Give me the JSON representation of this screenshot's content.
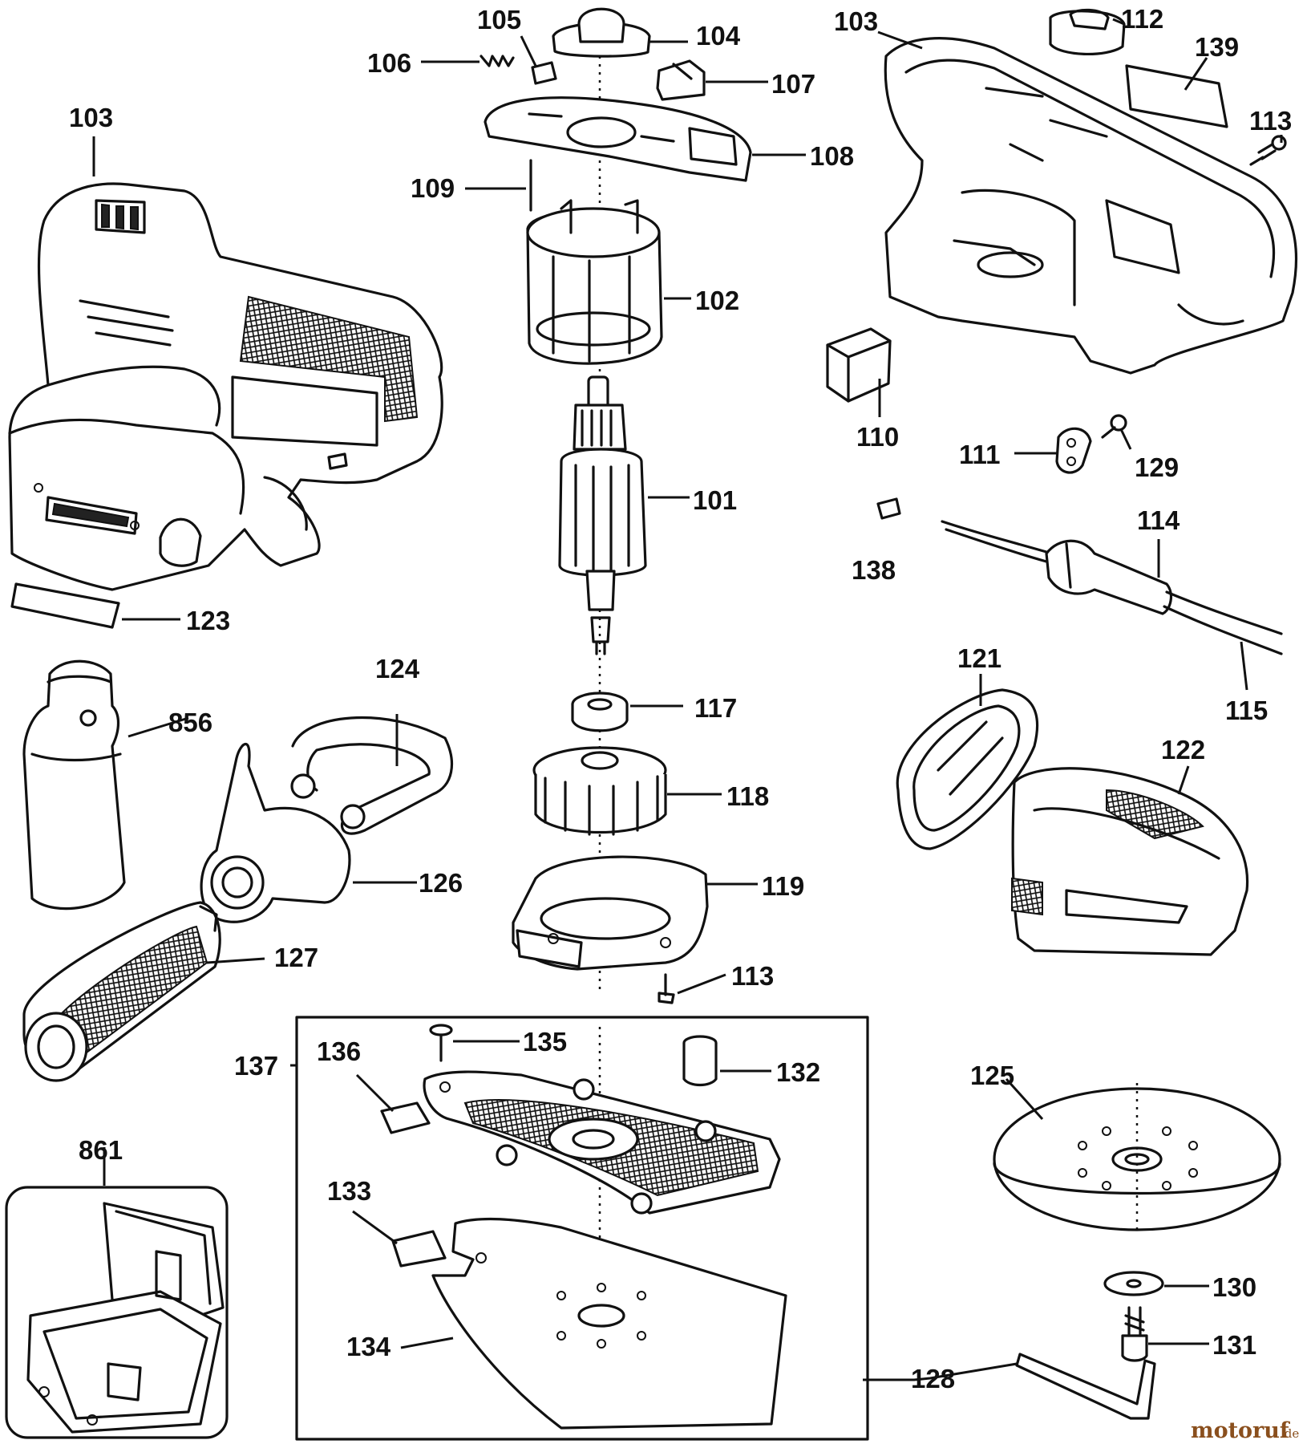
{
  "labels": {
    "p101": "101",
    "p102": "102",
    "p103a": "103",
    "p103b": "103",
    "p104": "104",
    "p105": "105",
    "p106": "106",
    "p107": "107",
    "p108": "108",
    "p109": "109",
    "p110": "110",
    "p111": "111",
    "p112": "112",
    "p113a": "113",
    "p113b": "113",
    "p114": "114",
    "p115": "115",
    "p117": "117",
    "p118": "118",
    "p119": "119",
    "p121": "121",
    "p122": "122",
    "p123": "123",
    "p124": "124",
    "p125": "125",
    "p126": "126",
    "p127": "127",
    "p128": "128",
    "p129": "129",
    "p130": "130",
    "p131": "131",
    "p132": "132",
    "p133": "133",
    "p134": "134",
    "p135": "135",
    "p136": "136",
    "p137": "137",
    "p138": "138",
    "p139": "139",
    "p856": "856",
    "p861": "861"
  },
  "watermark": {
    "brand": "motoruf",
    "tld": ".de"
  },
  "colors": {
    "ink": "#111111",
    "paper": "#ffffff",
    "watermark": "#8a4f1d"
  }
}
